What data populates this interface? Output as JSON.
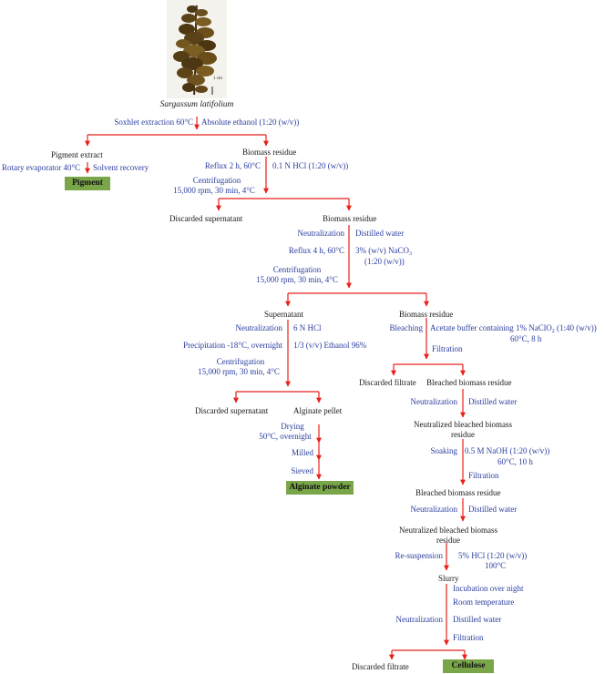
{
  "source_label": "Sargassum latifolium",
  "scale_label": "1 cm",
  "colors": {
    "arrow": "#e8211c",
    "text_blue": "#2a3d9e",
    "box_green": "#7aa64a"
  },
  "steps": {
    "soxhlet": "Soxhlet extraction 60°C",
    "absolute_ethanol": "Absolute ethanol (1:20 (w/v))",
    "pigment_extract": "Pigment extract",
    "biomass_residue_1": "Biomass residue",
    "rotary_evaporator": "Rotary evaporator 40°C",
    "solvent_recovery": "Solvent recovery",
    "reflux_2h": "Reflux 2 h, 60°C",
    "hcl_01n_prefix": "0.1 N HCl",
    "hcl_01n_ratio": " (1:20 (w/v))",
    "centrifugation_1": "Centrifugation",
    "centrifugation_1_cond": "15,000 rpm, 30 min, 4°C",
    "discarded_supernatant_1": "Discarded supernatant",
    "biomass_residue_2": "Biomass residue",
    "neutralization_1": "Neutralization",
    "distilled_water_1": "Distilled water",
    "reflux_4h": "Reflux 4 h, 60°C",
    "naco3_prefix": "3% (w/v) NaCO",
    "naco3_sub": "3",
    "naco3_ratio": "(1:20 (w/v))",
    "centrifugation_2": "Centrifugation",
    "centrifugation_2_cond": "15,000 rpm, 30 min, 4°C",
    "supernatant": "Supernatant",
    "biomass_residue_3": "Biomass residue",
    "neutralization_2": "Neutralization",
    "hcl_6n": "6 N HCl",
    "precipitation": "Precipitation -18°C, overnight",
    "ethanol_96": "1/3 (v/v) Ethanol 96%",
    "centrifugation_3": "Centrifugation",
    "centrifugation_3_cond": "15,000 rpm, 30 min, 4°C",
    "discarded_supernatant_2": "Discarded supernatant",
    "alginate_pellet": "Alginate pellet",
    "drying": "Drying",
    "drying_cond": "50°C, overnight",
    "milled": "Milled",
    "sieved": "Sieved",
    "bleaching": "Bleaching",
    "acetate_prefix": "Acetate buffer containing 1% NaClO",
    "acetate_sub": "2",
    "acetate_ratio": " (1:40 (w/v))",
    "acetate_cond": "60°C, 8 h",
    "filtration_1": "Filtration",
    "discarded_filtrate_1": "Discarded filtrate",
    "bleached_biomass_residue_1": "Bleached biomass residue",
    "neutralization_3": "Neutralization",
    "distilled_water_2": "Distilled water",
    "neutralized_bleached_1a": "Neutralized bleached biomass",
    "neutralized_bleached_1b": "residue",
    "soaking": "Soaking",
    "naoh": "0.5 M NaOH (1:20 (w/v))",
    "naoh_cond": "60°C, 10 h",
    "filtration_2": "Filtration",
    "bleached_biomass_residue_2": "Bleached biomass residue",
    "neutralization_4": "Neutralization",
    "distilled_water_3": "Distilled water",
    "neutralized_bleached_2a": "Neutralized bleached biomass",
    "neutralized_bleached_2b": "residue",
    "resuspension": "Re-suspension",
    "hcl_5pct": "5% HCl (1:20 (w/v))",
    "hcl_5pct_cond": "100°C",
    "slurry": "Slurry",
    "incubation": "Incubation over night",
    "room_temp": "Room temperature",
    "neutralization_5": "Neutralization",
    "distilled_water_4": "Distilled water",
    "filtration_3": "Filtration",
    "discarded_filtrate_2": "Discarded filtrate"
  },
  "products": {
    "pigment": "Pigment",
    "alginate_powder": "Alginate powder",
    "cellulose": "Cellulose"
  }
}
